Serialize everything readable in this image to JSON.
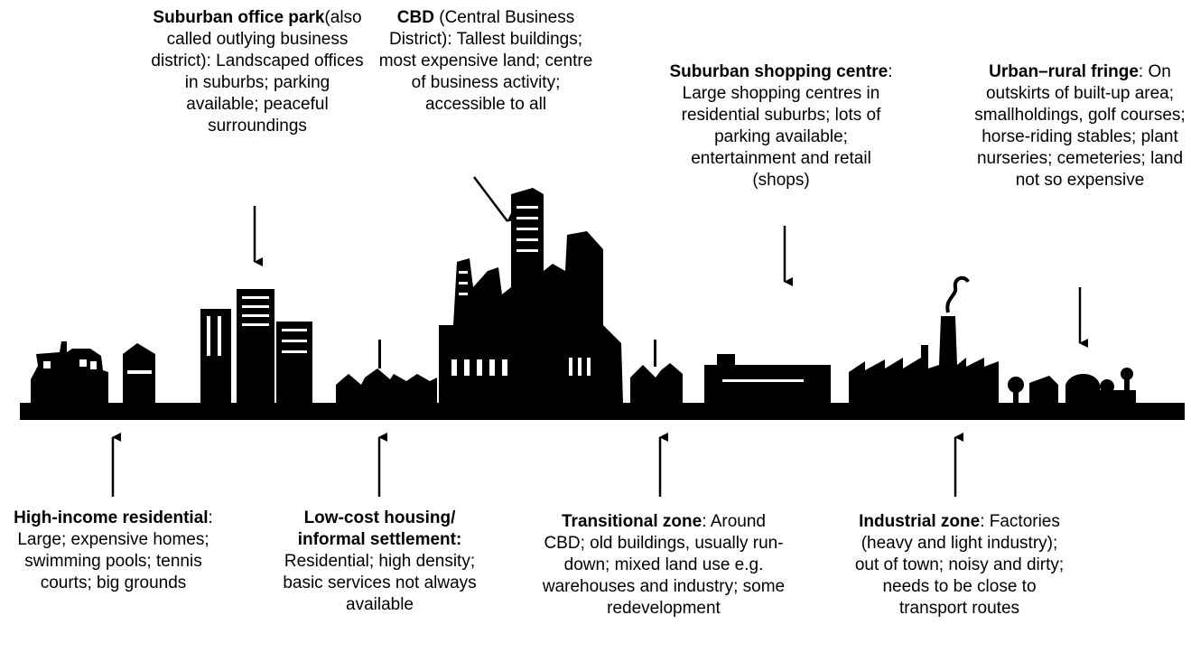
{
  "colors": {
    "ink": "#000000",
    "background": "#ffffff"
  },
  "zones": {
    "office_park": {
      "title": "Suburban office park",
      "text": "(also called outlying business district): Landscaped offices in suburbs; parking available; peaceful surroundings"
    },
    "cbd": {
      "title": "CBD",
      "text": " (Central Business District): Tallest buildings; most expensive land; centre of business activity; accessible to all"
    },
    "shopping": {
      "title": "Suburban shopping centre",
      "text": ": Large shopping centres in residential suburbs; lots of parking available; entertainment and retail (shops)"
    },
    "fringe": {
      "title": "Urban–rural fringe",
      "text": ": On outskirts of built-up area; smallholdings, golf courses; horse-riding stables; plant nurseries; cemeteries; land not so expensive"
    },
    "high_income": {
      "title": "High-income residential",
      "text": ": Large; expensive homes; swimming pools; tennis courts; big grounds"
    },
    "low_cost": {
      "title": "Low-cost housing/ informal settlement:",
      "text": " Residential; high density; basic services not always available"
    },
    "transitional": {
      "title": "Transitional zone",
      "text": ": Around CBD; old buildings, usually run-down; mixed land use e.g. warehouses and industry; some redevelopment"
    },
    "industrial": {
      "title": "Industrial zone",
      "text": ": Factories (heavy and light industry); out of town; noisy and dirty; needs to be close to transport routes"
    }
  }
}
